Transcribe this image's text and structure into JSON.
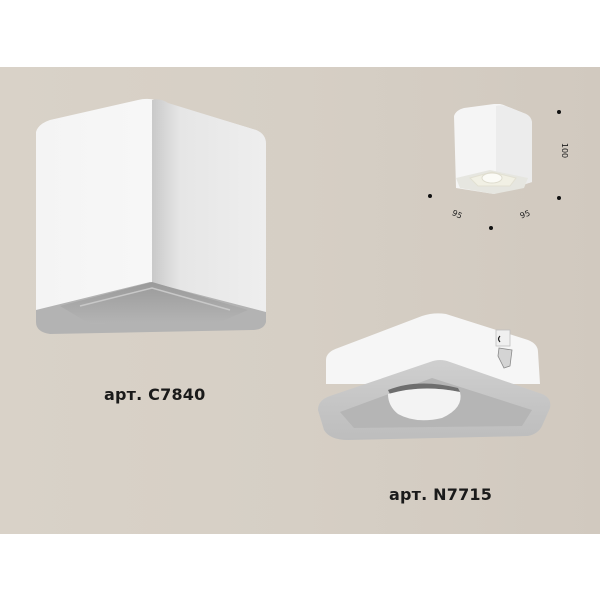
{
  "products": [
    {
      "article_label": "арт. C7840",
      "type": "surface-mounted square housing"
    },
    {
      "article_label": "арт. N7715",
      "type": "recessed square frame with adjustable spot"
    }
  ],
  "dimensions": {
    "height": "100",
    "width": "95",
    "depth": "95"
  },
  "colors": {
    "background": "#d6cfc5",
    "page": "#ffffff",
    "housing": "#f7f7f7",
    "inner_gray": "#a9a9a9",
    "text": "#1a1a1a"
  }
}
